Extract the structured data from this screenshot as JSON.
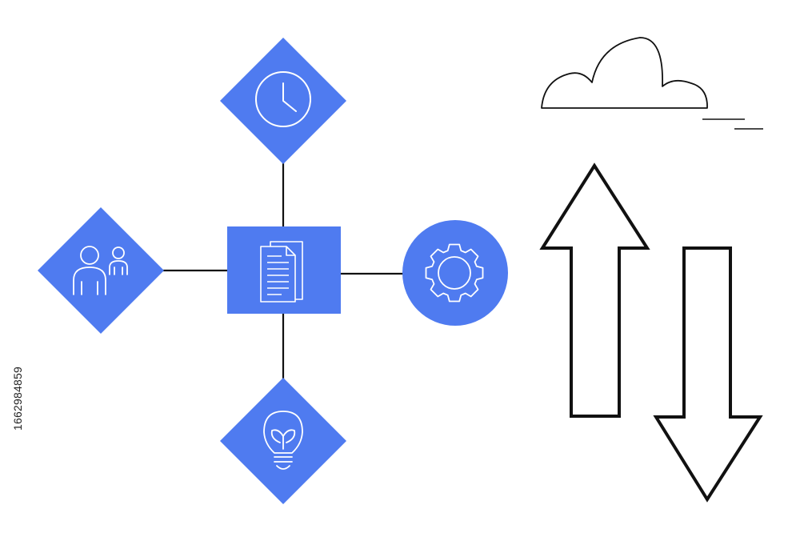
{
  "colors": {
    "primary_fill": "#4F7BF0",
    "icon_stroke": "#ffffff",
    "line": "#111111",
    "background": "#ffffff"
  },
  "diagram": {
    "hub": {
      "icon": "document-icon"
    },
    "nodes": [
      {
        "id": "top",
        "shape": "diamond",
        "icon": "clock-icon"
      },
      {
        "id": "left",
        "shape": "diamond",
        "icon": "people-icon"
      },
      {
        "id": "right",
        "shape": "circle",
        "icon": "gear-icon"
      },
      {
        "id": "bottom",
        "shape": "diamond",
        "icon": "lightbulb-icon"
      }
    ],
    "decorations": [
      "cloud-icon",
      "wind-lines",
      "arrow-up-icon",
      "arrow-down-icon"
    ]
  },
  "stock_id": "1662984859"
}
